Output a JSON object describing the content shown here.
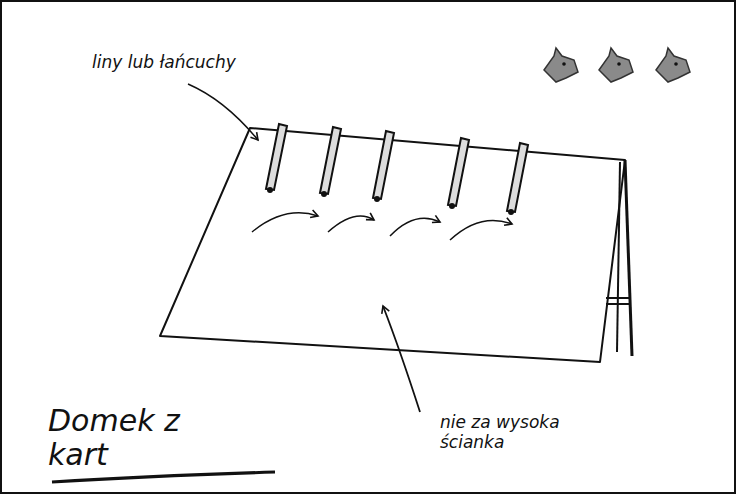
{
  "diagram": {
    "title": "Domek z kart",
    "labels": [
      "liny lub łańcuchy",
      "nie za wysoka ścianka"
    ]
  }
}
